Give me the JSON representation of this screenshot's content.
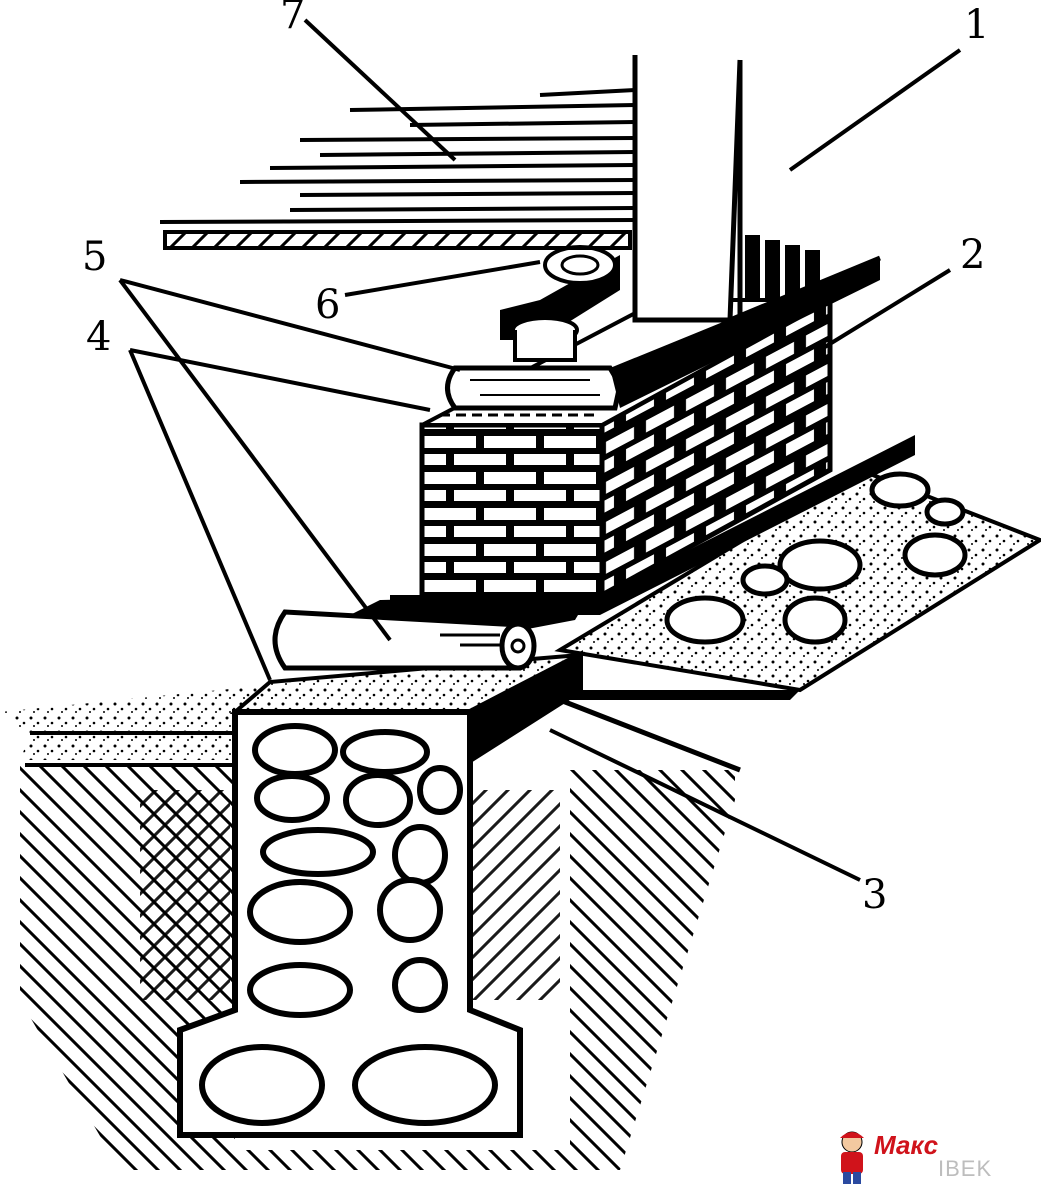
{
  "diagram": {
    "labels": [
      "1",
      "2",
      "3",
      "4",
      "5",
      "6",
      "7"
    ]
  },
  "watermark": {
    "text": "Макс",
    "subtext": "IBEK",
    "brand_color": "#d0131b"
  },
  "colors": {
    "ink": "#000000",
    "paper": "#ffffff"
  }
}
